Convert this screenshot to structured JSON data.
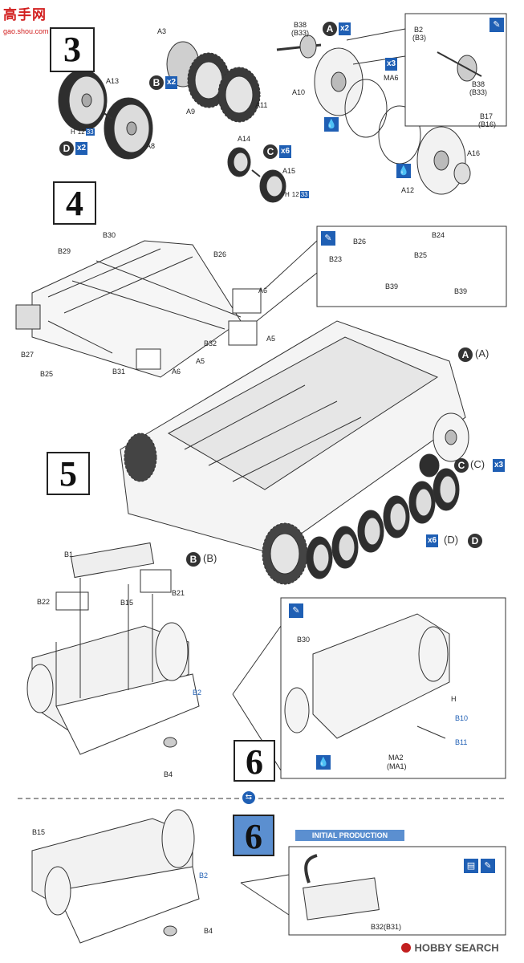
{
  "watermark_top": {
    "title": "高手网",
    "url": "gao.shou.com"
  },
  "watermark_bottom": {
    "brand": "HOBBY SEARCH"
  },
  "steps": {
    "step3": {
      "number": "3",
      "parts": [
        "A13",
        "A8",
        "A3",
        "A9",
        "A11",
        "A14",
        "A15",
        "B38",
        "(B33)",
        "A10",
        "MA6",
        "A12",
        "A16",
        "B2",
        "(B3)",
        "B38",
        "(B33)",
        "B17",
        "(B16)"
      ],
      "callouts": {
        "B_x2": {
          "letter": "B",
          "mult": "x2"
        },
        "D_x2": {
          "letter": "D",
          "mult": "x2"
        },
        "A_x2": {
          "letter": "A",
          "mult": "x2"
        },
        "C_x6": {
          "letter": "C",
          "mult": "x6"
        },
        "x3": "x3"
      },
      "paint_refs": [
        {
          "letter": "H",
          "num": "12",
          "code": "33"
        },
        {
          "letter": "H",
          "num": "12",
          "code": "33"
        }
      ]
    },
    "step4": {
      "number": "4",
      "parts": [
        "B30",
        "B29",
        "B26",
        "A6",
        "A5",
        "B32",
        "A5",
        "B27",
        "B25",
        "B31",
        "A6"
      ],
      "inset_parts": [
        "B26",
        "B23",
        "B39",
        "B24",
        "B25",
        "B39"
      ]
    },
    "step5": {
      "number": "5",
      "markers": {
        "A": {
          "letter": "A",
          "paren": "(A)"
        },
        "C": {
          "letter": "C",
          "paren": "(C)",
          "mult": "x3"
        },
        "D": {
          "letter": "D",
          "paren": "(D)",
          "mult": "x6"
        },
        "B": {
          "letter": "B",
          "paren": "(B)"
        }
      }
    },
    "step6": {
      "number": "6",
      "parts": [
        "B1",
        "B22",
        "B21",
        "B15",
        "B2",
        "B4"
      ],
      "inset_parts": [
        "B30",
        "H",
        "B10",
        "B11",
        "MA2",
        "(MA1)"
      ]
    },
    "step6_initial": {
      "number": "6",
      "banner": "INITIAL PRODUCTION",
      "parts": [
        "B15",
        "B2",
        "B4"
      ],
      "inset_parts": [
        "B32(B31)"
      ]
    }
  }
}
